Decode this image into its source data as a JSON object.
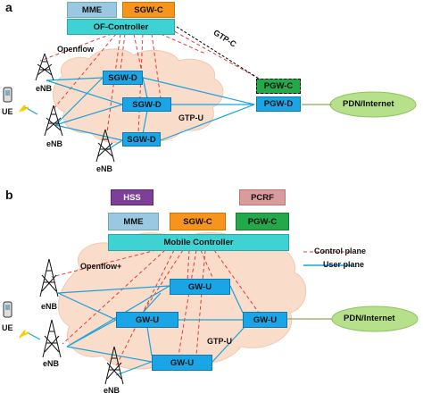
{
  "panels": {
    "a": "a",
    "b": "b"
  },
  "colors": {
    "control_plane": "#e23b3b",
    "user_plane": "#1aa3d9",
    "cloud": "#fadcca",
    "sgwd": "#1aa6e6",
    "controller": "#3fd2d2",
    "mme": "#9ac7e2",
    "sgwc": "#f7941d",
    "pgwc": "#23a84a",
    "hss": "#7d3f98",
    "pcrf": "#d99b9b",
    "pdn": "#b6e08a"
  },
  "a": {
    "mme": "MME",
    "sgwc": "SGW-C",
    "controller": "OF-Controller",
    "pgwc": "PGW-C",
    "pgwd": "PGW-D",
    "sgwd1": "SGW-D",
    "sgwd2": "SGW-D",
    "sgwd3": "SGW-D",
    "pdn": "PDN/Internet",
    "openflow": "Openflow",
    "gtpc": "GTP-C",
    "gtpu": "GTP-U",
    "enb1": "eNB",
    "enb2": "eNB",
    "enb3": "eNB",
    "ue": "UE"
  },
  "b": {
    "hss": "HSS",
    "pcrf": "PCRF",
    "mme": "MME",
    "sgwc": "SGW-C",
    "pgwc": "PGW-C",
    "controller": "Mobile Controller",
    "gwu1": "GW-U",
    "gwu2": "GW-U",
    "gwu3": "GW-U",
    "gwu4": "GW-U",
    "pdn": "PDN/Internet",
    "openflow": "Openflow+",
    "gtpu": "GTP-U",
    "enb1": "eNB",
    "enb2": "eNB",
    "enb3": "eNB",
    "ue": "UE",
    "legend_control": "Control plane",
    "legend_user": "User plane"
  }
}
